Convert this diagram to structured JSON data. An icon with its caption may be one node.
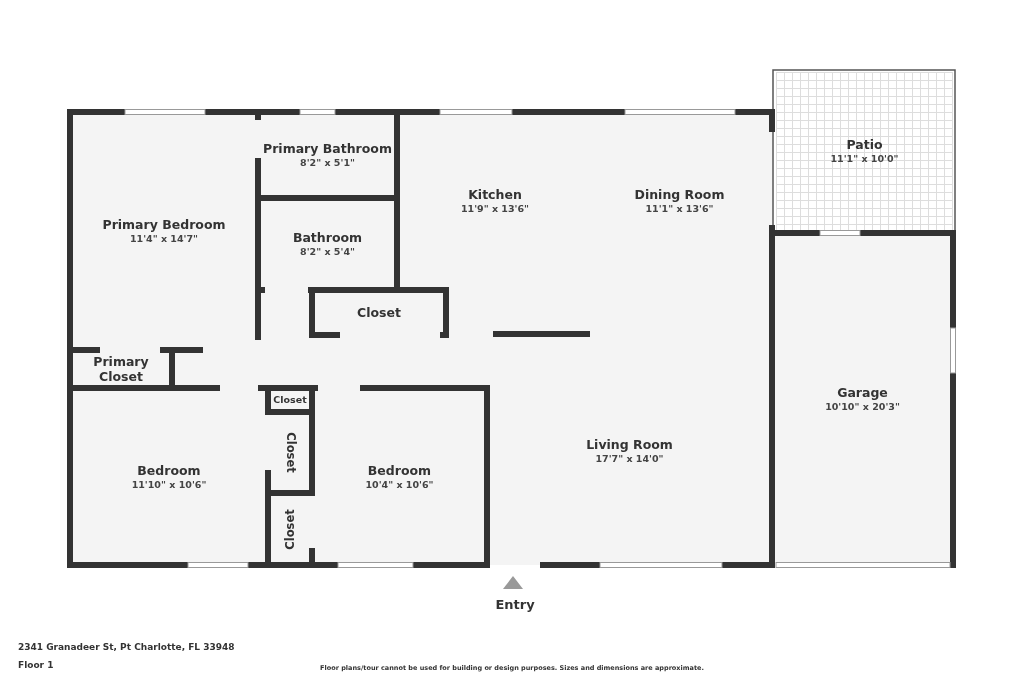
{
  "diagram": {
    "nodes": [
      {
        "text": [
          "Patio",
          "11'1\" x 10'0\""
        ]
      },
      {
        "text": [
          "Primary Bathroom",
          "8'2\" x 5'1\""
        ]
      },
      {
        "text": [
          "Primary Bedroom",
          "11'4\" x 14'7\""
        ]
      },
      {
        "text": [
          "Kitchen",
          "11'9\" x 13'6\""
        ]
      },
      {
        "text": [
          "Dining Room",
          "11'1\" x 13'6\""
        ]
      },
      {
        "text": [
          "Bathroom",
          "8'2\" x 5'4\""
        ]
      },
      {
        "text": [
          "Closet"
        ]
      },
      {
        "text": [
          "Primary Closet"
        ]
      },
      {
        "text": [
          "Garage",
          "10'10\" x 20'3\""
        ]
      },
      {
        "text": [
          "Closet"
        ]
      },
      {
        "text": [
          "Bedroom",
          "11'10\" x 10'6\""
        ]
      },
      {
        "text": [
          "Closet"
        ]
      },
      {
        "text": [
          "Living Room",
          "17'7\" x 14'0\""
        ]
      },
      {
        "text": [
          "Bedroom",
          "10'4\" x 10'6\""
        ]
      },
      {
        "text": [
          "Closet"
        ]
      }
    ],
    "labels": [
      "Entry",
      "2341 Granadeer St, Pt Charlotte, FL 33948",
      "Floor 1",
      "Floor plans/tour cannot be used for building or design purposes. Sizes and dimensions are approximate."
    ]
  }
}
